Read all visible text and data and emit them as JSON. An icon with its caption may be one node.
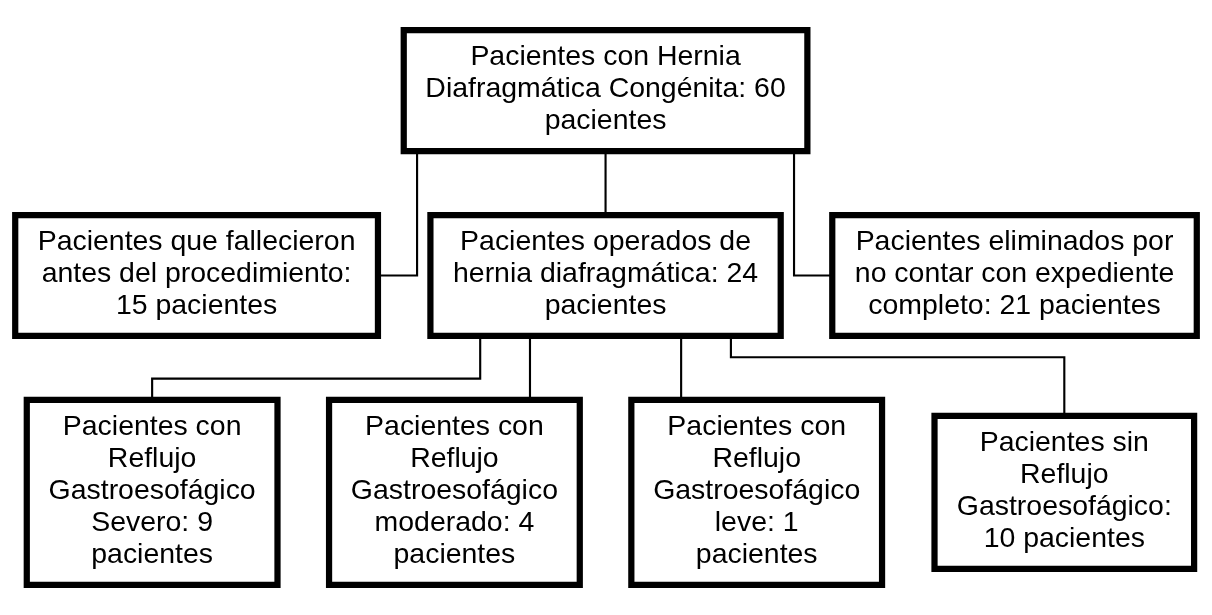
{
  "diagram": {
    "nodes": [
      {
        "text": [
          "Pacientes con Hernia Diafragmática Congénita: 60 pacientes"
        ]
      },
      {
        "text": [
          "Pacientes que fallecieron antes del procedimiento: 15 pacientes"
        ]
      },
      {
        "text": [
          "Pacientes operados de hernia diafragmática: 24 pacientes"
        ]
      },
      {
        "text": [
          "Pacientes eliminados por no contar con expediente completo: 21 pacientes"
        ]
      },
      {
        "text": [
          "Pacientes con Reflujo Gastroesofágico Severo: 9 pacientes"
        ]
      },
      {
        "text": [
          "Pacientes con Reflujo Gastroesofágico moderado: 4 pacientes"
        ]
      },
      {
        "text": [
          "Pacientes con Reflujo Gastroesofágico leve: 1 pacientes"
        ]
      },
      {
        "text": [
          "Pacientes sin Reflujo Gastroesofágico: 10 pacientes"
        ]
      }
    ],
    "edges": [
      {
        "from": 0,
        "to": 1,
        "arrow": "none"
      },
      {
        "from": 0,
        "to": 2,
        "arrow": "none"
      },
      {
        "from": 0,
        "to": 3,
        "arrow": "none"
      },
      {
        "from": 2,
        "to": 4,
        "arrow": "none"
      },
      {
        "from": 2,
        "to": 5,
        "arrow": "none"
      },
      {
        "from": 2,
        "to": 6,
        "arrow": "none"
      },
      {
        "from": 2,
        "to": 7,
        "arrow": "none"
      }
    ]
  }
}
